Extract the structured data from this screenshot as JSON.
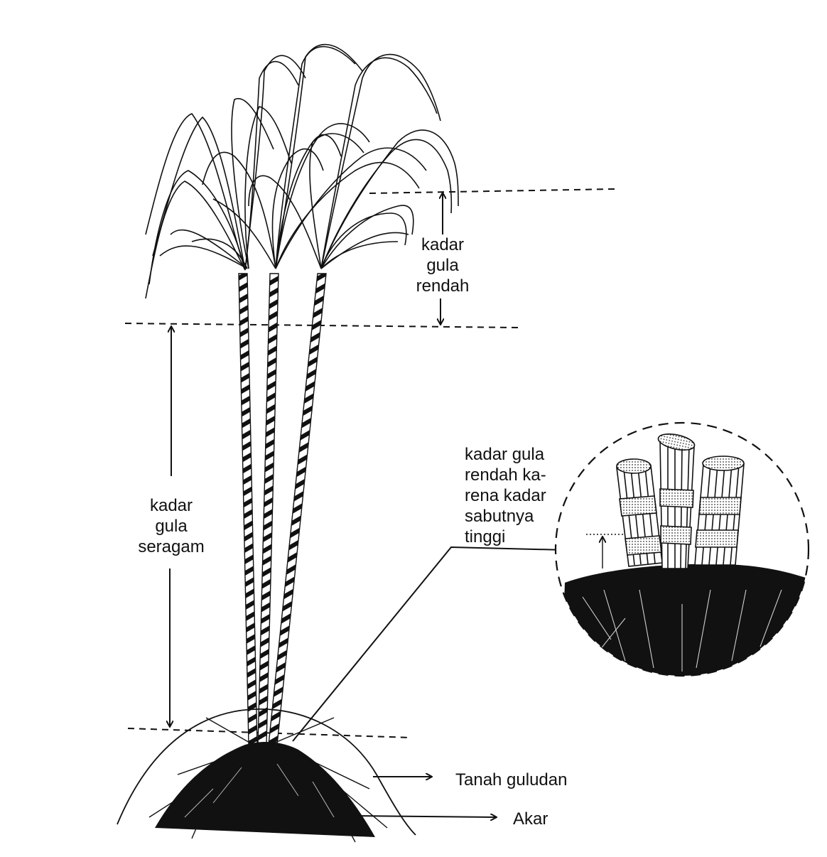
{
  "labels": {
    "top_zone": [
      "kadar",
      "gula",
      "rendah"
    ],
    "middle_zone": [
      "kadar",
      "gula",
      "seragam"
    ],
    "inset_note": [
      "kadar gula",
      "rendah ka-",
      "rena kadar",
      "sabutnya",
      "tinggi"
    ],
    "mound": "Tanah guludan",
    "roots": "Akar"
  }
}
